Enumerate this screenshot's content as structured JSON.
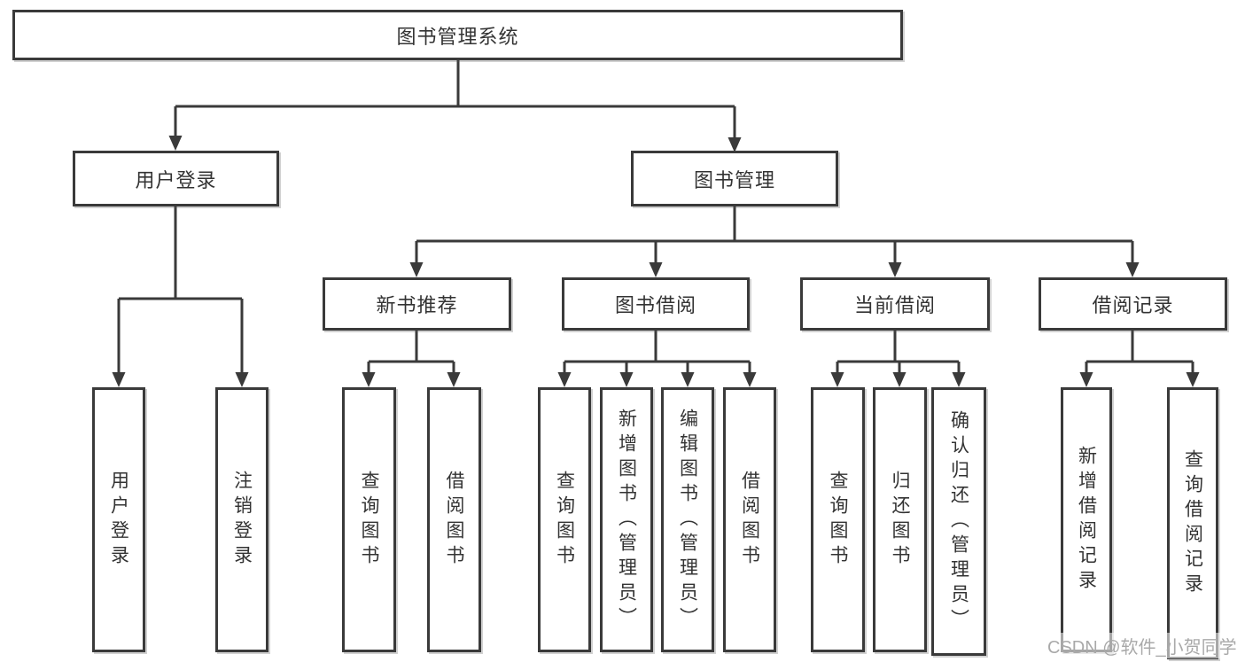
{
  "diagram": {
    "root": {
      "label": "图书管理系统",
      "children": [
        {
          "label": "用户登录",
          "children": [
            {
              "label": "用户登录"
            },
            {
              "label": "注销登录"
            }
          ]
        },
        {
          "label": "图书管理",
          "children": [
            {
              "label": "新书推荐",
              "children": [
                {
                  "label": "查询图书"
                },
                {
                  "label": "借阅图书"
                }
              ]
            },
            {
              "label": "图书借阅",
              "children": [
                {
                  "label": "查询图书"
                },
                {
                  "label": "新增图书（管理员）"
                },
                {
                  "label": "编辑图书（管理员）"
                },
                {
                  "label": "借阅图书"
                }
              ]
            },
            {
              "label": "当前借阅",
              "children": [
                {
                  "label": "查询图书"
                },
                {
                  "label": "归还图书"
                },
                {
                  "label": "确认归还（管理员）"
                }
              ]
            },
            {
              "label": "借阅记录",
              "children": [
                {
                  "label": "新增借阅记录"
                },
                {
                  "label": "查询借阅记录"
                }
              ]
            }
          ]
        }
      ]
    }
  },
  "watermark": {
    "text": "CSDN @软件_小贺同学"
  },
  "colors": {
    "line": "#3a3a3a",
    "text": "#333333",
    "background": "#ffffff",
    "watermark": "#a9a9a9"
  }
}
